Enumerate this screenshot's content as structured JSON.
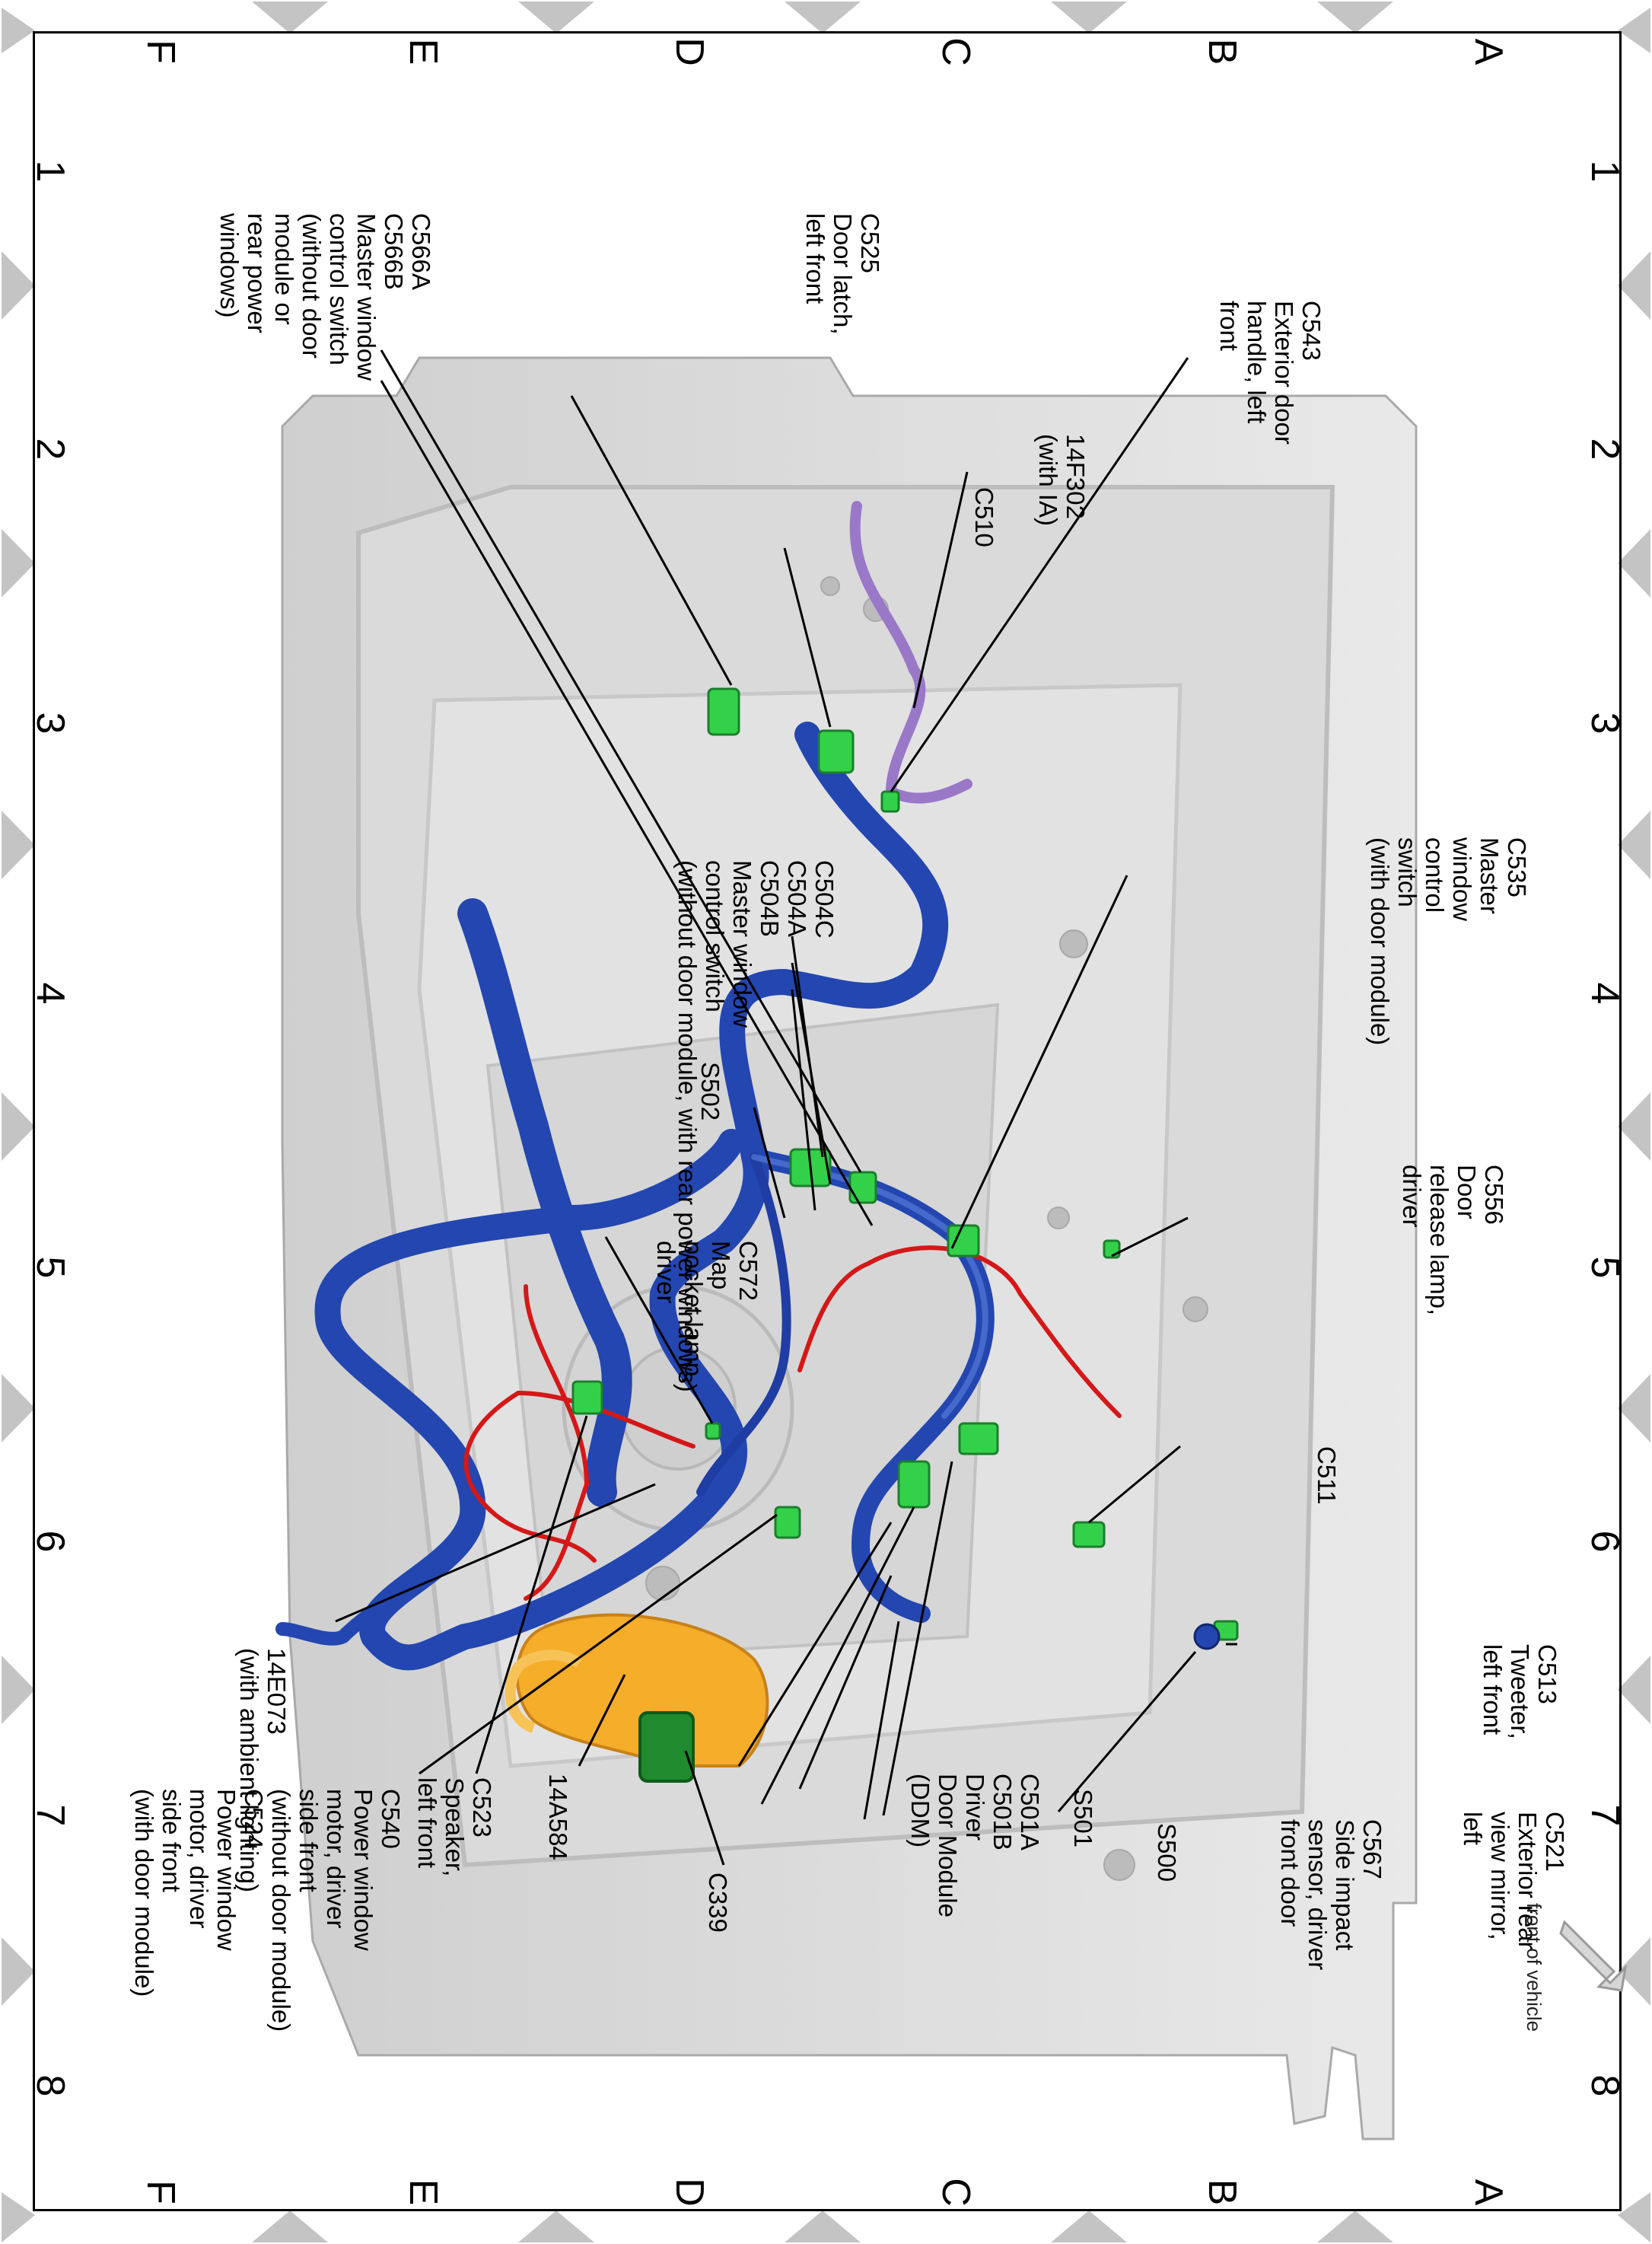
{
  "grid": {
    "columns": [
      "1",
      "2",
      "3",
      "4",
      "5",
      "6",
      "7",
      "8"
    ],
    "rows": [
      "A",
      "B",
      "C",
      "D",
      "E",
      "F"
    ]
  },
  "callouts": [
    {
      "id": "c543",
      "text": "C543\nExterior door\nhandle, left\nfront"
    },
    {
      "id": "c14f302",
      "text": "14F302\n(with IA)"
    },
    {
      "id": "c510",
      "text": "C510"
    },
    {
      "id": "c525",
      "text": "C525\nDoor latch,\nleft front"
    },
    {
      "id": "c566",
      "text": "C566A\nC566B\nMaster window\ncontrol switch\n(without door\nmodule or\nrear power\nwindows)"
    },
    {
      "id": "c535",
      "text": "C535\nMaster\nwindow\ncontrol\nswitch\n(with door module)"
    },
    {
      "id": "c504",
      "text": "C504C\nC504A\nC504B\nMaster window\ncontrol switch\n(without door module, with rear power windows)"
    },
    {
      "id": "s502",
      "text": "S502"
    },
    {
      "id": "c556",
      "text": "C556\nDoor\nrelease lamp,\ndriver"
    },
    {
      "id": "c572",
      "text": "C572\nMap\npocket lamp,\ndriver"
    },
    {
      "id": "c511",
      "text": "C511"
    },
    {
      "id": "c513",
      "text": "C513\nTweeter,\nleft front"
    },
    {
      "id": "c14e073",
      "text": "14E073\n(with ambient lighting)"
    },
    {
      "id": "c521",
      "text": "C521\nExterior rear\nview mirror,\nleft"
    },
    {
      "id": "c567",
      "text": "C567\nSide impact\nsensor, driver\nfront door"
    },
    {
      "id": "s500",
      "text": "S500"
    },
    {
      "id": "s501",
      "text": "S501"
    },
    {
      "id": "c501",
      "text": "C501A\nC501B\nDriver\nDoor Module\n(DDM)"
    },
    {
      "id": "c339",
      "text": "C339"
    },
    {
      "id": "c14a584",
      "text": "14A584"
    },
    {
      "id": "c523",
      "text": "C523\nSpeaker,\nleft front"
    },
    {
      "id": "c540",
      "text": "C540\nPower window\nmotor, driver\nside front\n(without door module)\nC524\nPower window\nmotor, driver\nside front\n(with door module)"
    }
  ],
  "front_of_vehicle": "front of vehicle",
  "colors": {
    "harness_blue": "#2346b0",
    "harness_red": "#d41818",
    "harness_purple": "#9a78c8",
    "connector_green": "#33d14a",
    "duct_orange": "#f5ad2a",
    "panel_gray": "#d4d4d4",
    "triangle_gray": "#c4c4c4"
  }
}
